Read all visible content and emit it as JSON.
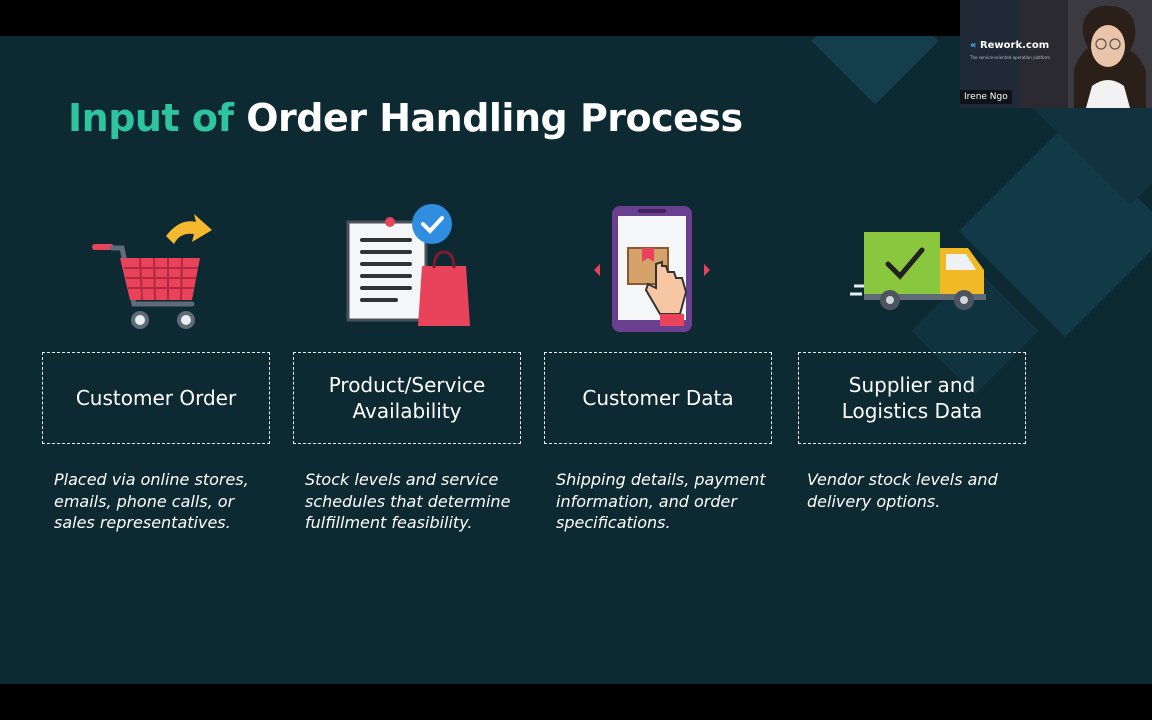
{
  "slide": {
    "title_accent": "Input of",
    "title_main": "Order Handling Process",
    "items": [
      {
        "icon": "shopping-cart-icon",
        "heading_line1": "Customer Order",
        "heading_line2": "",
        "description": "Placed via online stores, emails, phone calls, or sales representatives."
      },
      {
        "icon": "invoice-bag-icon",
        "heading_line1": "Product/Service",
        "heading_line2": "Availability",
        "description": "Stock levels and service schedules that determine fulfillment feasibility."
      },
      {
        "icon": "mobile-shopping-icon",
        "heading_line1": "Customer Data",
        "heading_line2": "",
        "description": "Shipping details, payment information, and order specifications."
      },
      {
        "icon": "delivery-truck-icon",
        "heading_line1": "Supplier and",
        "heading_line2": "Logistics Data",
        "description": "Vendor stock levels and delivery options."
      }
    ]
  },
  "webcam": {
    "logo_text": "Rework.com",
    "tagline": "The service-oriented operation platform",
    "participant_name": "Irene Ngo"
  },
  "colors": {
    "background": "#0d2a33",
    "accent": "#2ec4a0",
    "text": "#ffffff"
  }
}
